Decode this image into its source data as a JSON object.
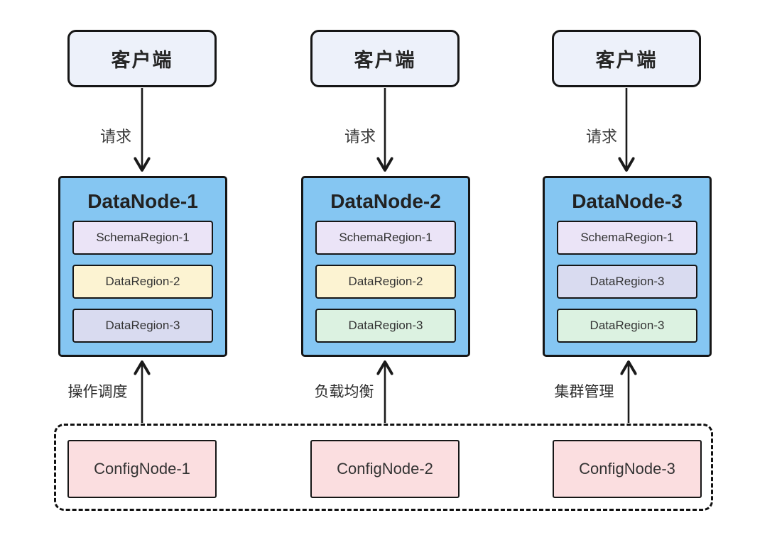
{
  "diagram": {
    "clients": [
      {
        "label": "客户端"
      },
      {
        "label": "客户端"
      },
      {
        "label": "客户端"
      }
    ],
    "request_arrows": [
      {
        "label": "请求"
      },
      {
        "label": "请求"
      },
      {
        "label": "请求"
      }
    ],
    "datanodes": [
      {
        "title": "DataNode-1",
        "regions": [
          {
            "label": "SchemaRegion-1",
            "fill": "#ebe4f7"
          },
          {
            "label": "DataRegion-2",
            "fill": "#fcf3d2"
          },
          {
            "label": "DataRegion-3",
            "fill": "#d9dbf0"
          }
        ]
      },
      {
        "title": "DataNode-2",
        "regions": [
          {
            "label": "SchemaRegion-1",
            "fill": "#ebe4f7"
          },
          {
            "label": "DataRegion-2",
            "fill": "#fcf3d2"
          },
          {
            "label": "DataRegion-3",
            "fill": "#dcf2e1"
          }
        ]
      },
      {
        "title": "DataNode-3",
        "regions": [
          {
            "label": "SchemaRegion-1",
            "fill": "#ebe4f7"
          },
          {
            "label": "DataRegion-3",
            "fill": "#d9dbf0"
          },
          {
            "label": "DataRegion-3",
            "fill": "#dcf2e1"
          }
        ]
      }
    ],
    "config_links": [
      {
        "label": "操作调度"
      },
      {
        "label": "负载均衡"
      },
      {
        "label": "集群管理"
      }
    ],
    "confignodes": [
      {
        "label": "ConfigNode-1"
      },
      {
        "label": "ConfigNode-2"
      },
      {
        "label": "ConfigNode-3"
      }
    ],
    "colors": {
      "background": "#ffffff",
      "border": "#161616",
      "client_fill": "#edf1fa",
      "datanode_fill": "#85c6f2",
      "confignode_fill": "#fbdee0",
      "arrow": "#1a1a1a"
    }
  }
}
